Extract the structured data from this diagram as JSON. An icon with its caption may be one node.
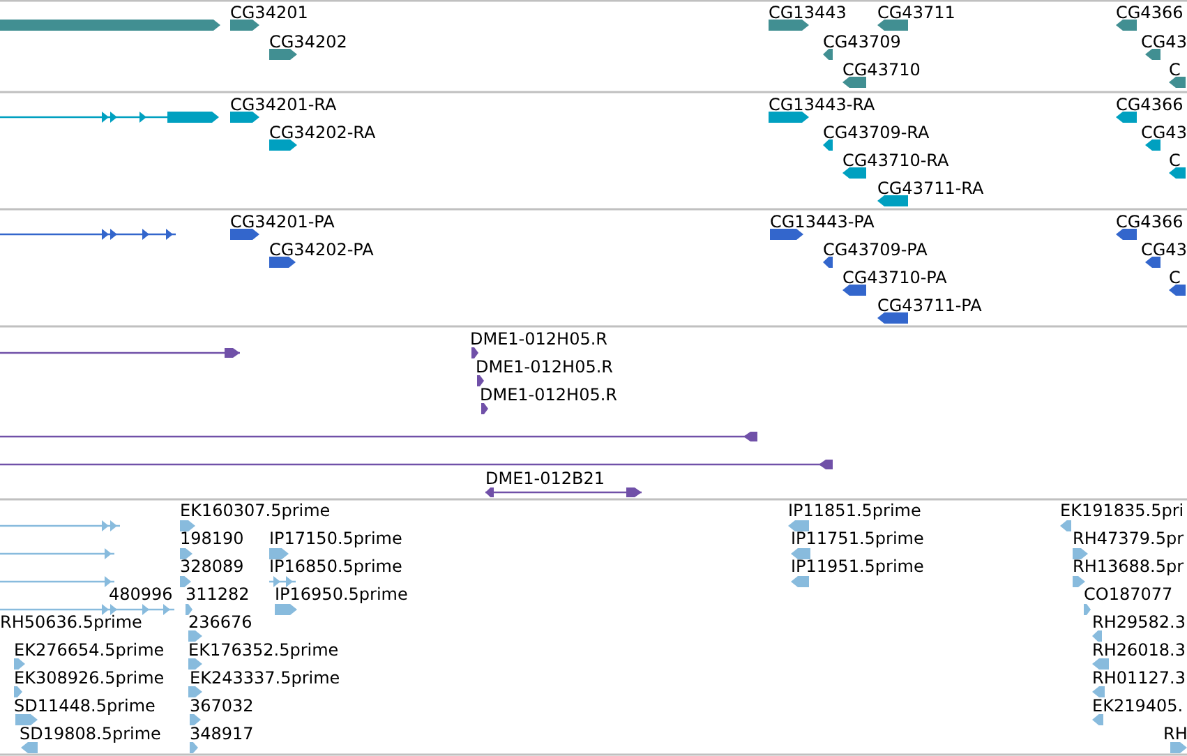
{
  "diagram": {
    "labels": [
      "CG34201",
      "CG34202",
      "CG13443",
      "CG43711",
      "CG43709",
      "CG43710",
      "CG4366",
      "CG43",
      "C",
      "CG34201-RA",
      "CG34202-RA",
      "CG13443-RA",
      "CG43709-RA",
      "CG43710-RA",
      "CG43711-RA",
      "CG4366",
      "CG43",
      "C",
      "CG34201-PA",
      "CG34202-PA",
      "CG13443-PA",
      "CG43709-PA",
      "CG43710-PA",
      "CG43711-PA",
      "CG4366",
      "CG43",
      "C",
      "DME1-012H05.R",
      "DME1-012H05.R",
      "DME1-012H05.R",
      "DME1-012B21",
      "EK160307.5prime",
      "198190",
      "IP17150.5prime",
      "328089",
      "IP16850.5prime",
      "480996",
      "311282",
      "IP16950.5prime",
      "RH50636.5prime",
      "236676",
      "EK276654.5prime",
      "EK176352.5prime",
      "EK308926.5prime",
      "EK243337.5prime",
      "SD11448.5prime",
      "367032",
      "SD19808.5prime",
      "348917",
      "IP11851.5prime",
      "IP11751.5prime",
      "IP11951.5prime",
      "EK191835.5pri",
      "RH47379.5pr",
      "RH13688.5pr",
      "CO187077",
      "RH29582.3",
      "RH26018.3",
      "RH01127.3",
      "EK219405.",
      "RH"
    ]
  }
}
